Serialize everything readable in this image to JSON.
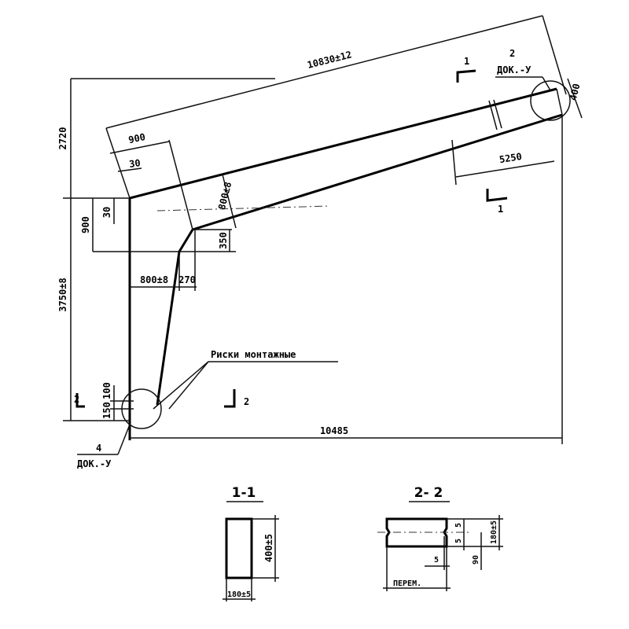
{
  "drawing": {
    "dims": {
      "overall_length": "10830±12",
      "height_top": "2720",
      "height_left": "3750±8",
      "span_bottom": "10485",
      "d900_top": "900",
      "d30_top": "30",
      "d30_left": "30",
      "d900_left": "900",
      "beam_depth": "800±8",
      "d350": "350",
      "col_width": "800±8",
      "d270": "270",
      "d5250": "5250",
      "end_depth": "400",
      "d100": "100",
      "d150": "150"
    },
    "labels": {
      "mounting_marks": "Риски монтажные",
      "node4_num": "4",
      "node4_doc": "ДОК.-У",
      "node2_num": "2",
      "node2_doc": "ДОК.-У",
      "cut1_top": "1",
      "cut1_bottom": "1",
      "cut2_left": "2",
      "cut2_mid": "2"
    },
    "section_1_1": {
      "title": "1-1",
      "height": "400±5",
      "width": "180±5"
    },
    "section_2_2": {
      "title": "2- 2",
      "d5_top": "5",
      "d5_mid": "5",
      "d5_bottom": "5",
      "height": "180±5",
      "d90": "90",
      "width_label": "ПЕРЕМ."
    }
  }
}
